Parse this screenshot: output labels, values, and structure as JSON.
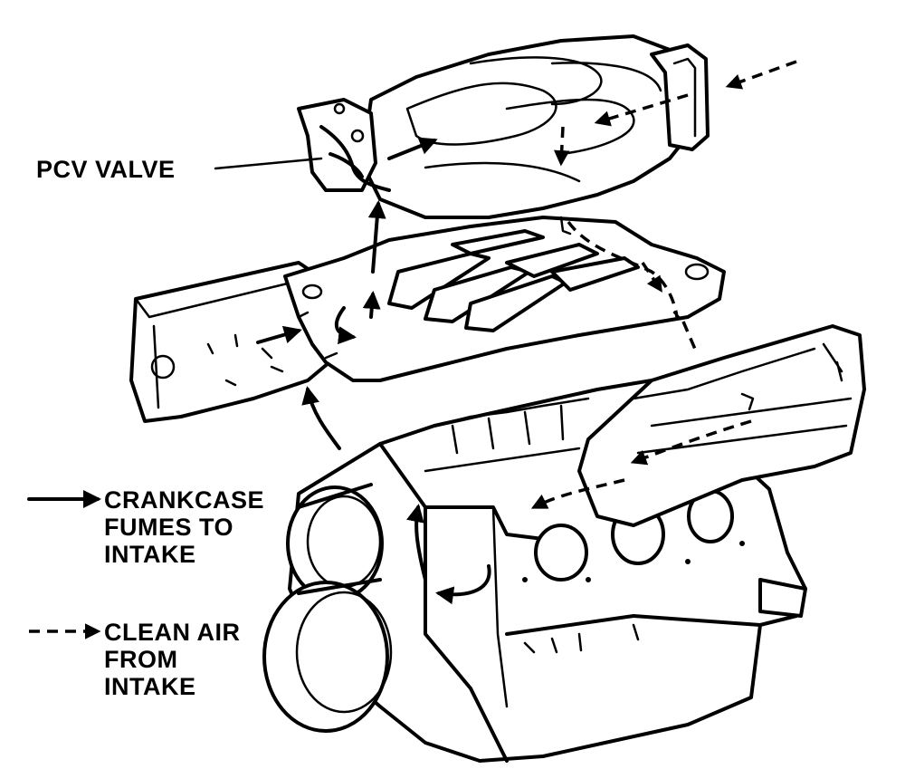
{
  "labels": {
    "pcv_valve": "PCV VALVE",
    "legend_fumes": [
      "CRANKCASE",
      "FUMES TO",
      "INTAKE"
    ],
    "legend_air": [
      "CLEAN AIR",
      "FROM",
      "INTAKE"
    ]
  },
  "legend": [
    {
      "line_style": "solid",
      "meaning": "crankcase fumes to intake"
    },
    {
      "line_style": "dashed",
      "meaning": "clean air from intake"
    }
  ],
  "colors": {
    "ink": "#000000",
    "paper": "#ffffff"
  }
}
